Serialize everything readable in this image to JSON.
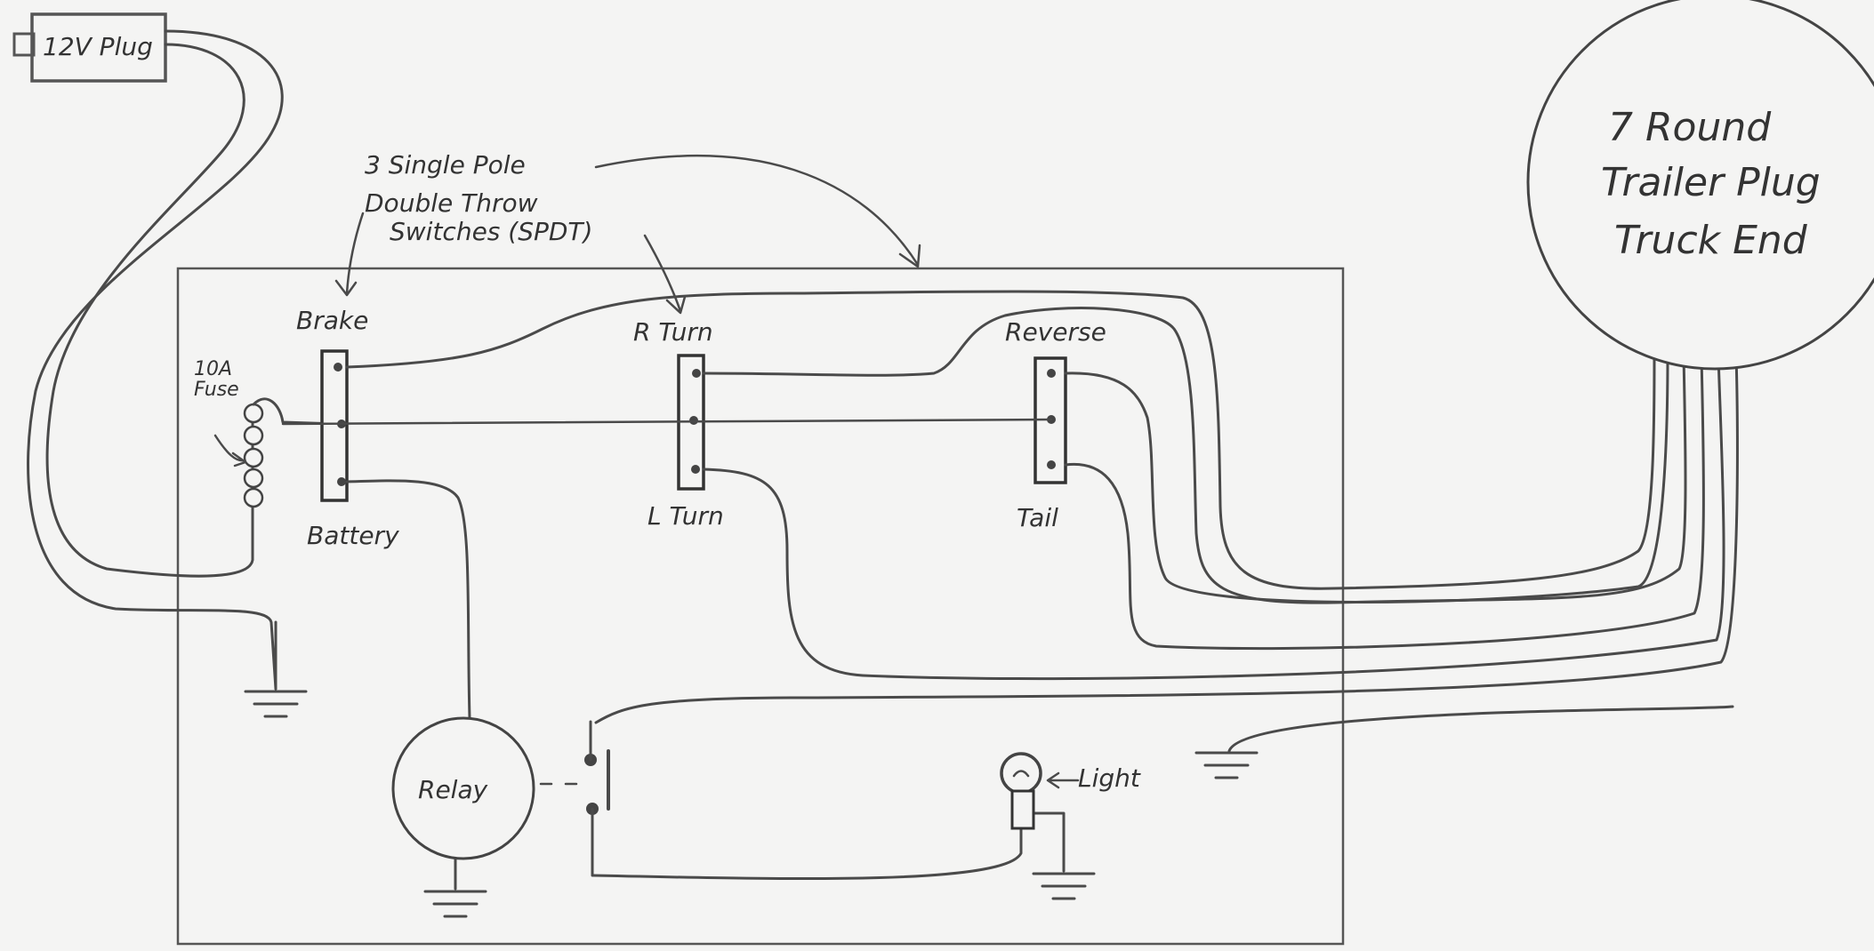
{
  "labels": {
    "plug_12v": "12V Plug",
    "trailer_plug_line1": "7 Round",
    "trailer_plug_line2": "Trailer Plug",
    "trailer_plug_line3": "Truck End",
    "switches_note_line1": "3 Single Pole",
    "switches_note_line2": "Double Throw",
    "switches_note_line3": "Switches (SPDT)",
    "brake": "Brake",
    "battery": "Battery",
    "r_turn": "R Turn",
    "l_turn": "L Turn",
    "reverse": "Reverse",
    "tail": "Tail",
    "fuse_line1": "10A",
    "fuse_line2": "Fuse",
    "relay": "Relay",
    "light": "Light"
  }
}
